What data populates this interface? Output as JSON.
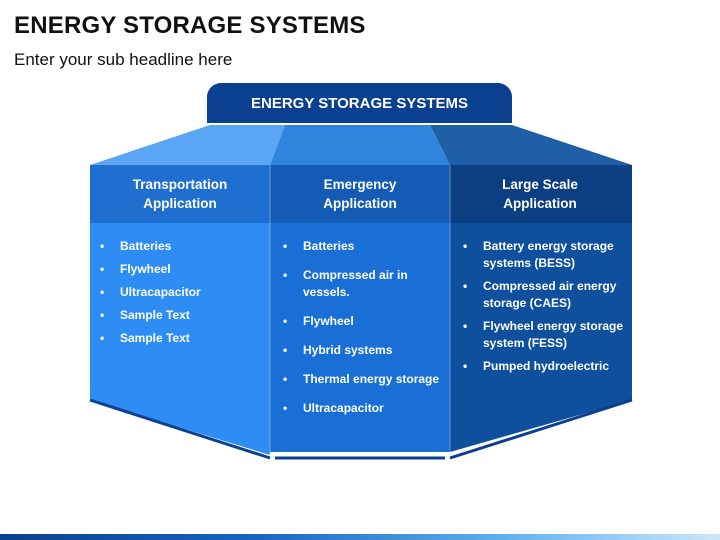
{
  "page": {
    "title": "ENERGY STORAGE SYSTEMS",
    "subtitle": "Enter your sub headline here"
  },
  "diagram": {
    "header": "ENERGY STORAGE SYSTEMS",
    "columns": [
      {
        "heading": "Transportation Application",
        "items": [
          "Batteries",
          "Flywheel",
          "Ultracapacitor",
          "Sample Text",
          "Sample Text"
        ]
      },
      {
        "heading": "Emergency Application",
        "items": [
          "Batteries",
          "Compressed air in vessels.",
          "Flywheel",
          "Hybrid systems",
          "Thermal energy storage",
          "Ultracapacitor"
        ]
      },
      {
        "heading": "Large Scale Application",
        "items": [
          "Battery energy storage systems (BESS)",
          "Compressed air energy storage (CAES)",
          "Flywheel energy storage system (FESS)",
          "Pumped hydroelectric"
        ]
      }
    ]
  },
  "colors": {
    "header_bg": "#0b3f8f",
    "left_panel": "#2e8cf5",
    "middle_panel": "#1a6fd6",
    "right_panel": "#0e4f9e"
  }
}
